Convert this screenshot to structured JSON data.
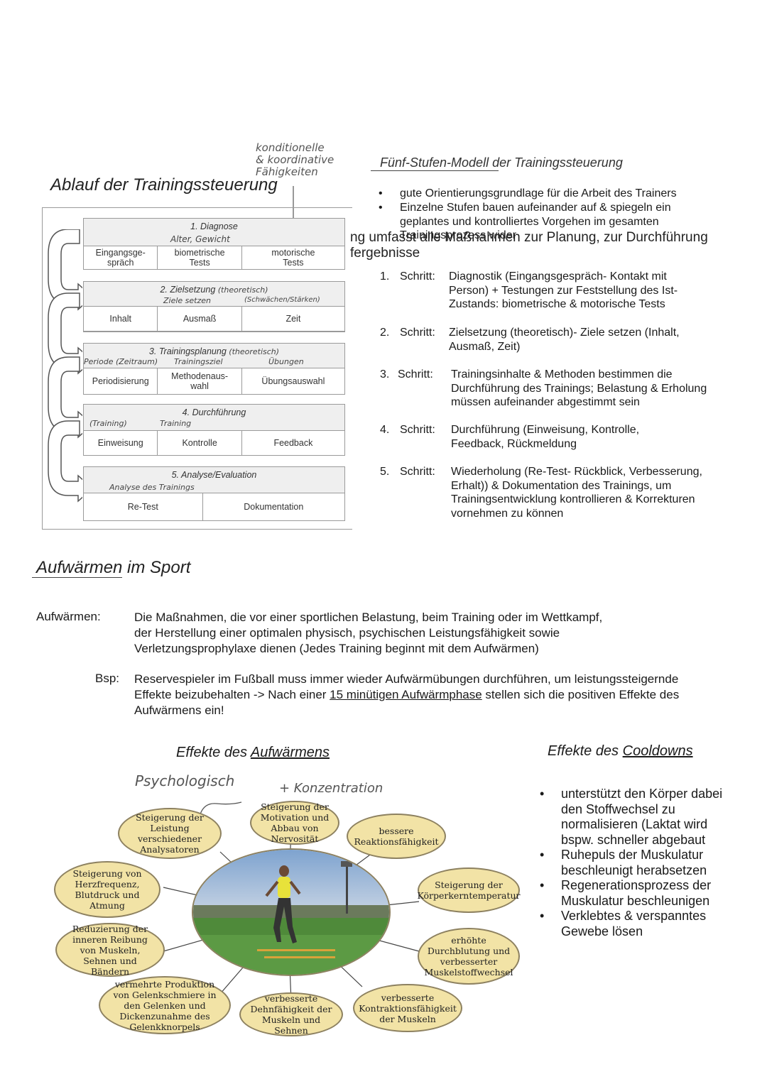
{
  "section1": {
    "left_title": "Ablauf der Trainingssteuerung",
    "handnote_top": [
      "konditionelle",
      "& koordinative",
      "Fähigkeiten"
    ],
    "diagram": {
      "stages": [
        {
          "title": "1.  Diagnose",
          "cells": [
            "Eingangsge-\nspräch",
            "biometrische\nTests",
            "motorische\nTests"
          ],
          "note": "Alter, Gewicht"
        },
        {
          "title": "2.  Zielsetzung",
          "title_note": "(theoretisch)",
          "cells": [
            "Inhalt",
            "Ausmaß",
            "Zeit"
          ],
          "note": "Ziele setzen",
          "note2": "(Schwächen/Stärken)"
        },
        {
          "title": "3.  Trainingsplanung",
          "title_note": "(theoretisch)",
          "cells": [
            "Periodisierung",
            "Methodenaus-\nwahl",
            "Übungsauswahl"
          ],
          "note": "Periode (Zeitraum)",
          "note2": "Trainingsziel",
          "note3": "Übungen"
        },
        {
          "title": "4.  Durchführung",
          "cells": [
            "Einweisung",
            "Kontrolle",
            "Feedback"
          ],
          "note": "(Training)",
          "note2": "Training"
        },
        {
          "title": "5.  Analyse/Evaluation",
          "cells": [
            "Re-Test",
            "Dokumentation"
          ],
          "note": "Analyse des Trainings"
        }
      ]
    },
    "right_title": "Fünf-Stufen-Modell der Trainingssteuerung",
    "bullets": [
      "gute Orientierungsgrundlage für die Arbeit des Trainers",
      "Einzelne Stufen bauen aufeinander auf & spiegeln ein geplantes und kontrolliertes Vorgehen im gesamten Trainingsprozess wider"
    ],
    "overlap_line1": "ng umfasst alle Maßnahmen zur Planung, zur Durchführung",
    "overlap_line2": "fergebnisse",
    "steps": [
      {
        "num": "1.",
        "label": "Schritt:",
        "text": "Diagnostik (Eingangsgespräch- Kontakt mit Person) + Testungen zur Feststellung des Ist-Zustands: biometrische & motorische Tests"
      },
      {
        "num": "2.",
        "label": "Schritt:",
        "text": "Zielsetzung (theoretisch)- Ziele setzen (Inhalt, Ausmaß, Zeit)"
      },
      {
        "num": "3.",
        "label": "Schritt:",
        "text": "Trainingsinhalte & Methoden bestimmen die Durchführung des Trainings; Belastung & Erholung müssen aufeinander abgestimmt sein"
      },
      {
        "num": "4.",
        "label": "Schritt:",
        "text": "Durchführung (Einweisung, Kontrolle, Feedback, Rückmeldung"
      },
      {
        "num": "5.",
        "label": "Schritt:",
        "text": "Wiederholung (Re-Test- Rückblick, Verbesserung, Erhalt)) & Dokumentation des Trainings, um Trainingsentwicklung kontrollieren & Korrekturen vornehmen zu können"
      }
    ]
  },
  "section2": {
    "title_underlined": "Aufwärmen",
    "title_rest": " im Sport",
    "def_label": "Aufwärmen:",
    "def_text_lines": [
      "Die Maßnahmen, die vor einer sportlichen Belastung, beim Training oder im Wettkampf,",
      "der Herstellung einer optimalen physisch, psychischen Leistungsfähigkeit sowie",
      "Verletzungsprophylaxe dienen (Jedes Training beginnt mit dem Aufwärmen)"
    ],
    "bsp_label": "Bsp:",
    "bsp_line1": "Reservespieler im Fußball muss immer wieder Aufwärmübungen durchführen, um leistungssteigernde",
    "bsp_line2_a": "Effekte beizubehalten -> Nach einer ",
    "bsp_line2_u": "15 minütigen Aufwärmphase",
    "bsp_line2_b": " stellen sich die positiven Effekte des",
    "bsp_line3": "Aufwärmens ein!"
  },
  "section3": {
    "warm_title_a": "Effekte des ",
    "warm_title_u": "Aufwärmens",
    "hand_psych": "Psychologisch",
    "hand_konz": "+ Konzentration",
    "effects": [
      "Steigerung der Leistung verschiedener Analysatoren",
      "Steigerung der Motivation und Abbau von Nervosität",
      "bessere Reaktionsfähigkeit",
      "Steigerung von Herzfrequenz, Blutdruck und Atmung",
      "Steigerung der Körperkerntemperatur",
      "Reduzierung der inneren Reibung von Muskeln, Sehnen und Bändern",
      "erhöhte Durchblutung und verbesserter Muskelstoffwechsel",
      "vermehrte Produktion von Gelenkschmiere in den Gelenken und Dickenzunahme des Gelenkknorpels",
      "verbesserte Dehnfähigkeit der Muskeln und Sehnen",
      "verbesserte Kontraktionsfähigkeit der Muskeln"
    ],
    "cool_title_a": "Effekte des ",
    "cool_title_u": "Cooldowns",
    "cool_bullets": [
      "unterstützt den Körper dabei den Stoffwechsel zu normalisieren (Laktat wird bspw. schneller abgebaut",
      "Ruhepuls der Muskulatur beschleunigt herabsetzen",
      "Regenerationsprozess der Muskulatur beschleunigen",
      "Verklebtes & verspanntes Gewebe lösen"
    ]
  }
}
